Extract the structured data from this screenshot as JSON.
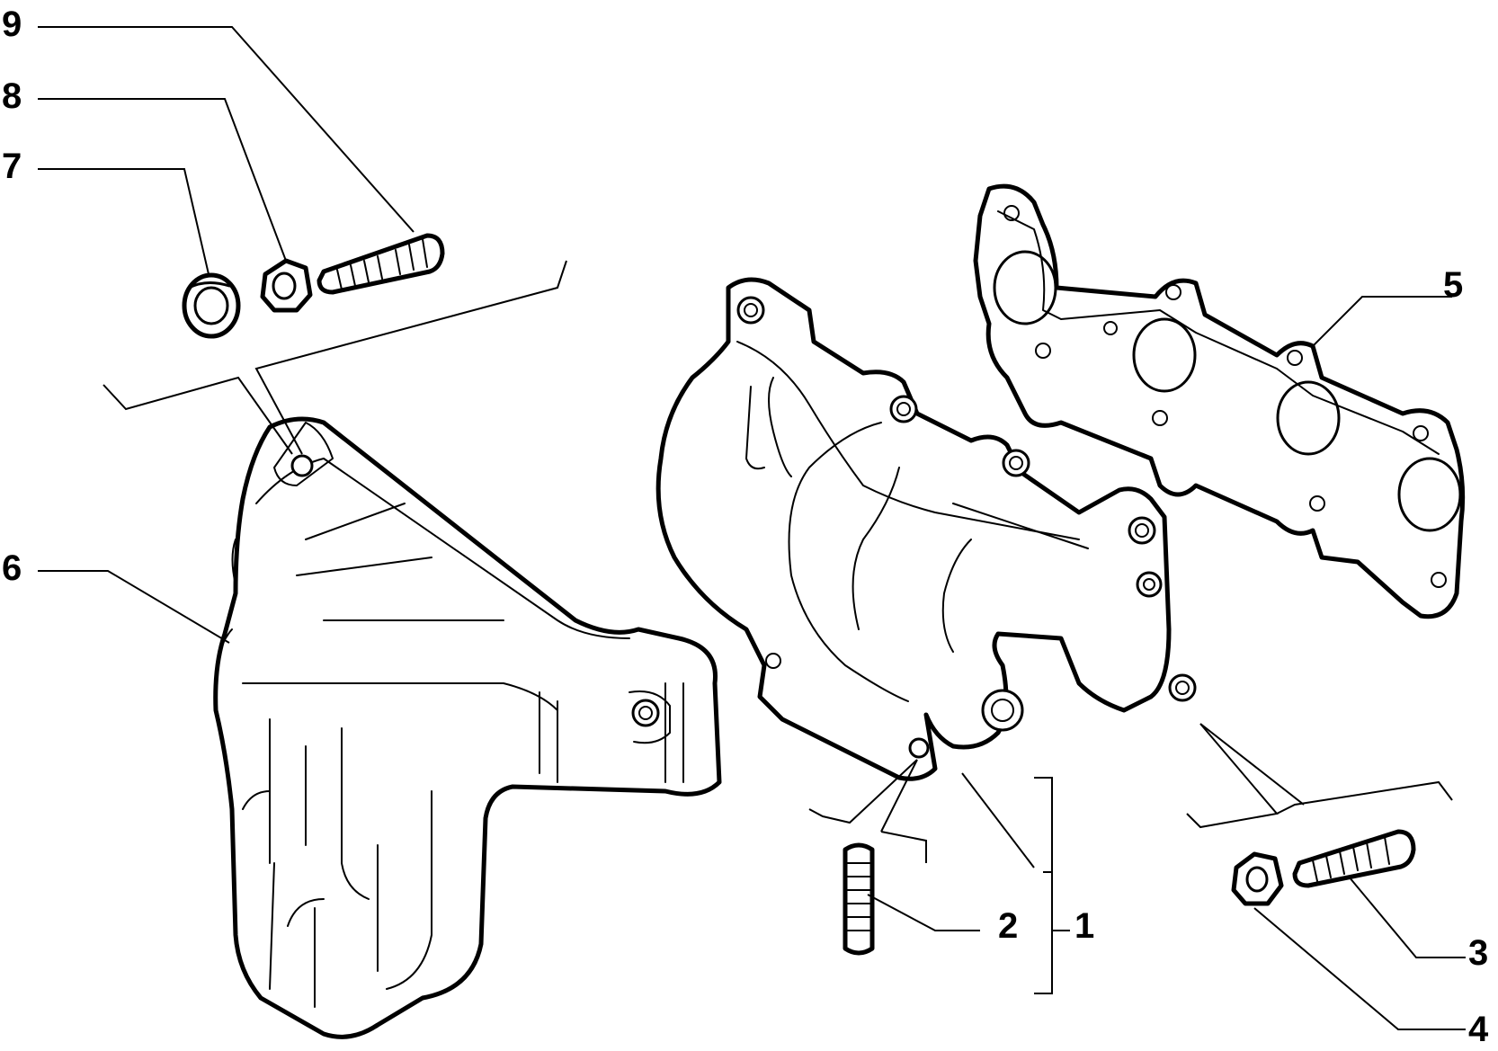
{
  "callouts": {
    "c1": "1",
    "c2": "2",
    "c3": "3",
    "c4": "4",
    "c5": "5",
    "c6": "6",
    "c7": "7",
    "c8": "8",
    "c9": "9"
  },
  "colors": {
    "line": "#000000",
    "background": "#ffffff"
  },
  "parts": {
    "exhaust_manifold": "manifold-icon",
    "manifold_gasket": "gasket-icon",
    "heat_shield": "heat-shield-icon",
    "stud": "stud-icon",
    "nut": "nut-icon",
    "washer": "washer-icon"
  }
}
